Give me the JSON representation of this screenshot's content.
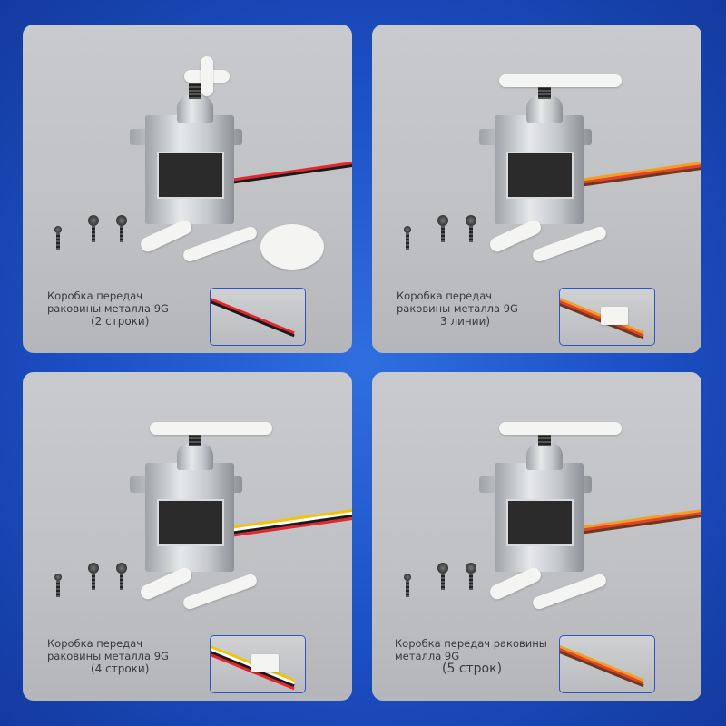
{
  "panels": [
    {
      "caption_main": "Коробка передач раковины металла 9G",
      "caption_sub": "(2 строки)",
      "wires": [
        "#e8252b",
        "#1a1a1a"
      ]
    },
    {
      "caption_main": "Коробка передач раковины металла 9G",
      "caption_sub": "3 линии)",
      "wires": [
        "#f0a020",
        "#e8402b",
        "#6b3a1e"
      ]
    },
    {
      "caption_main": "Коробка передач раковины металла 9G",
      "caption_sub": "(4 строки)",
      "wires": [
        "#f5c400",
        "#ffffff",
        "#1a1a1a",
        "#e8252b"
      ]
    },
    {
      "caption_main": "Коробка передач раковины металла 9G",
      "caption_sub": "(5 строк)",
      "wires": [
        "#f0a020",
        "#e8402b",
        "#6b3a1e"
      ]
    }
  ],
  "colors": {
    "background": "#1b4fc4",
    "panel": "#c2c4c7",
    "inset_border": "#2b56c9"
  }
}
